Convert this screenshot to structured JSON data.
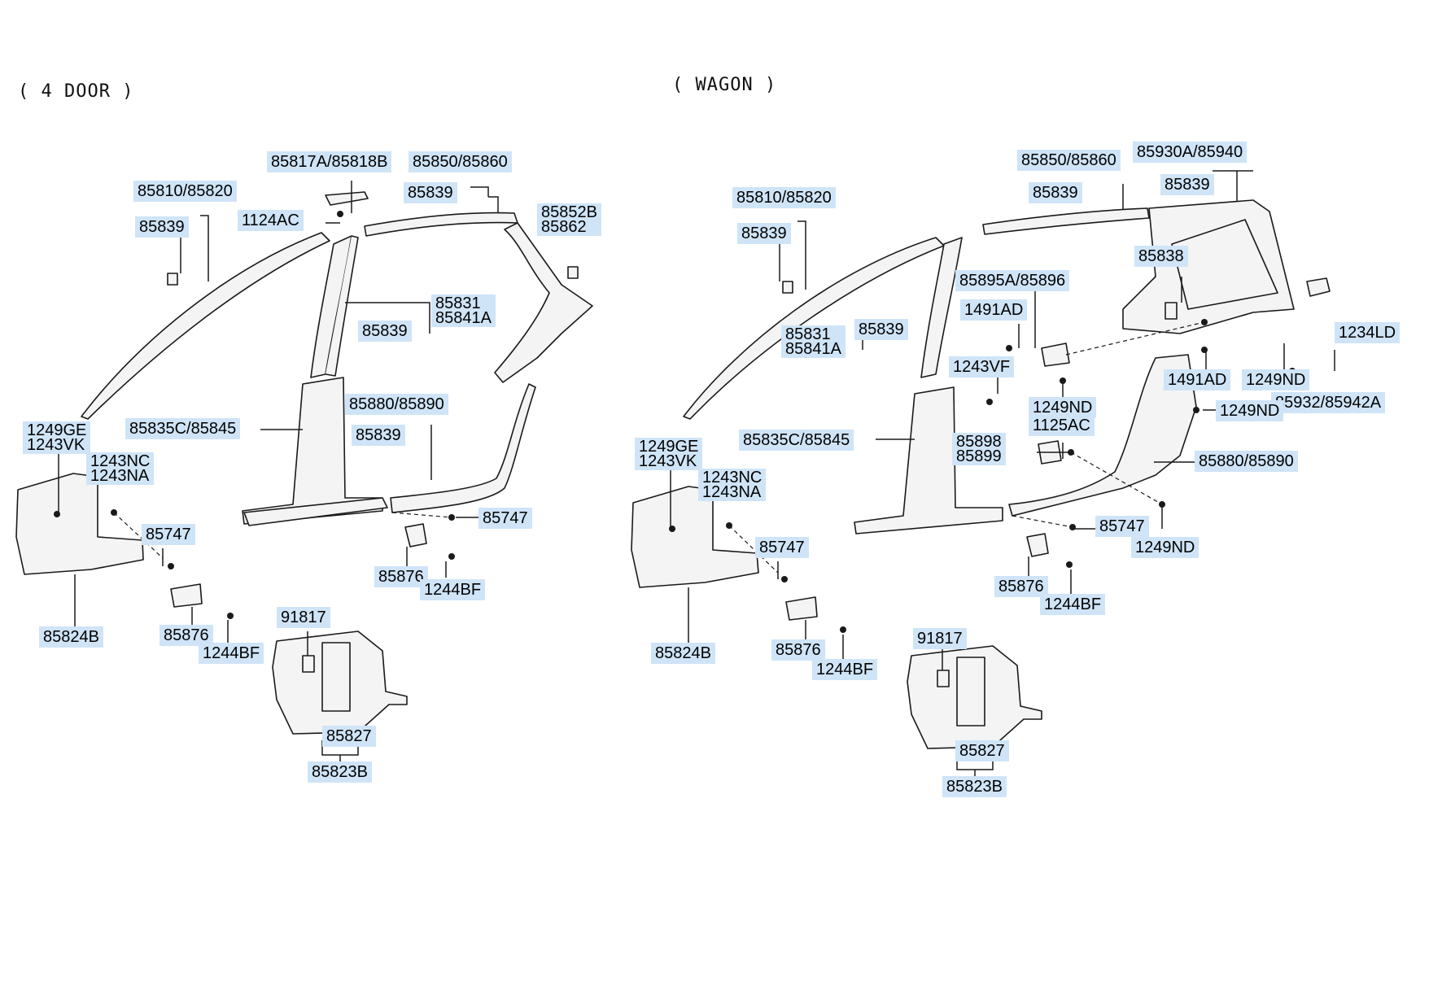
{
  "headings": {
    "four_door": "( 4 DOOR )",
    "wagon": "( WAGON )"
  },
  "four_door": {
    "l_85817A": "85817A/85818B",
    "l_85850": "85850/85860",
    "l_85839_top": "85839",
    "l_85810": "85810/85820",
    "l_85839_a": "85839",
    "l_1124AC": "1124AC",
    "l_85852B": [
      "85852B",
      "85862"
    ],
    "l_85831": [
      "85831",
      "85841A"
    ],
    "l_85839_b": "85839",
    "l_85880": "85880/85890",
    "l_85839_c": "85839",
    "l_85835C": "85835C/85845",
    "l_1249GE": [
      "1249GE",
      "1243VK"
    ],
    "l_1243NC": [
      "1243NC",
      "1243NA"
    ],
    "l_85747_a": "85747",
    "l_85747_b": "85747",
    "l_85876_a": "85876",
    "l_1244BF_a": "1244BF",
    "l_85824B": "85824B",
    "l_85876_b": "85876",
    "l_1244BF_b": "1244BF",
    "l_91817": "91817",
    "l_85827": "85827",
    "l_85823B": "85823B"
  },
  "wagon": {
    "l_85850": "85850/85860",
    "l_85930A": "85930A/85940",
    "l_85839_t1": "85839",
    "l_85839_t2": "85839",
    "l_85810": "85810/85820",
    "l_85839_a": "85839",
    "l_85838": "85838",
    "l_85895A": "85895A/85896",
    "l_1491AD_a": "1491AD",
    "l_85831": [
      "85831",
      "85841A"
    ],
    "l_85839_b": "85839",
    "l_1243VF": "1243VF",
    "l_1234LD": "1234LD",
    "l_1491AD_b": "1491AD",
    "l_1249ND_a": "1249ND",
    "l_85932": "85932/85942A",
    "l_1249ND_b": "1249ND",
    "l_1125AC": "1125AC",
    "l_1249ND_c": "1249ND",
    "l_85898": [
      "85898",
      "85899"
    ],
    "l_85835C": "85835C/85845",
    "l_85880": "85880/85890",
    "l_1249GE": [
      "1249GE",
      "1243VK"
    ],
    "l_1243NC": [
      "1243NC",
      "1243NA"
    ],
    "l_85747_a": "85747",
    "l_1249ND_d": "1249ND",
    "l_85747_b": "85747",
    "l_85876_a": "85876",
    "l_1244BF_a": "1244BF",
    "l_85824B": "85824B",
    "l_85876_b": "85876",
    "l_1244BF_b": "1244BF",
    "l_91817": "91817",
    "l_85827": "85827",
    "l_85823B": "85823B"
  }
}
